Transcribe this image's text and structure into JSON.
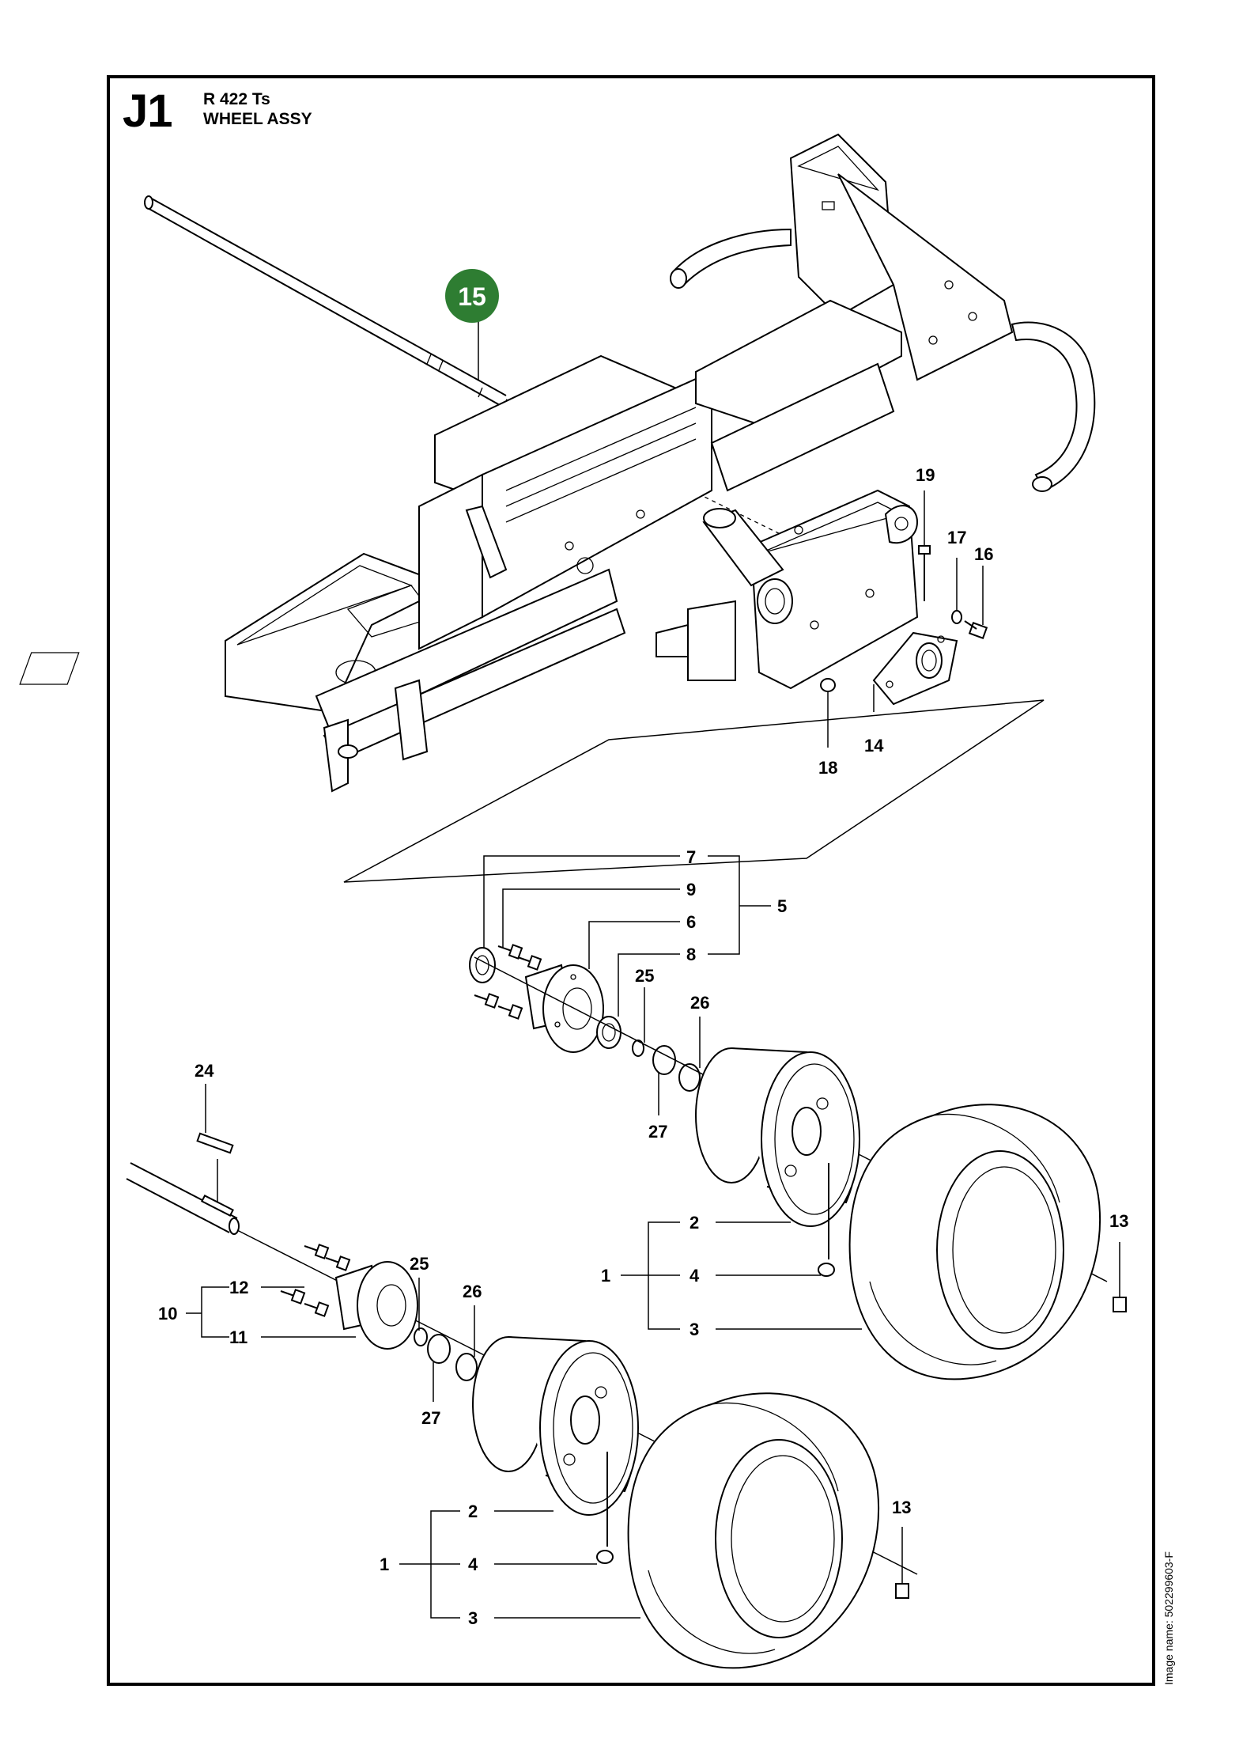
{
  "header": {
    "section_code": "J1",
    "model": "R 422 Ts",
    "title": "WHEEL ASSY"
  },
  "highlight_badge": {
    "label": "15",
    "color": "#2e7d32"
  },
  "side_note": "Image name: 502299603-F",
  "callouts": {
    "c19": "19",
    "c17": "17",
    "c16": "16",
    "c14": "14",
    "c18": "18",
    "c7": "7",
    "c9": "9",
    "c6": "6",
    "c8": "8",
    "c5": "5",
    "c25a": "25",
    "c26a": "26",
    "c27a": "27",
    "c24": "24",
    "c2a": "2",
    "c1a": "1",
    "c4a": "4",
    "c3a": "3",
    "c13a": "13",
    "c25b": "25",
    "c26b": "26",
    "c27b": "27",
    "c12": "12",
    "c10": "10",
    "c11": "11",
    "c2b": "2",
    "c1b": "1",
    "c4b": "4",
    "c3b": "3",
    "c13b": "13"
  }
}
